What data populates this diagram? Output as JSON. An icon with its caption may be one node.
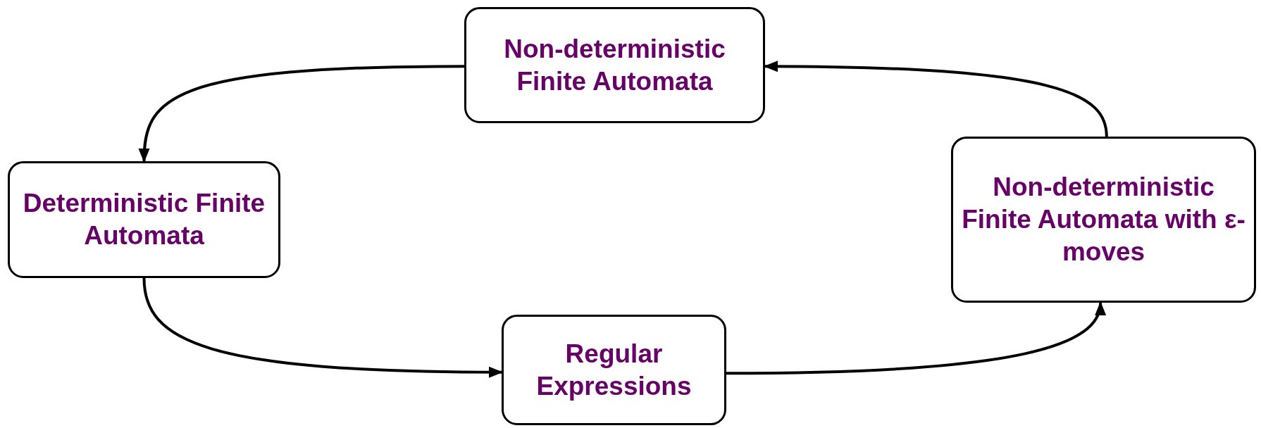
{
  "diagram": {
    "nodes": [
      {
        "text": [
          "Non-deterministic Finite Automata"
        ]
      },
      {
        "text": [
          "Deterministic Finite Automata"
        ]
      },
      {
        "text": [
          "Non-deterministic Finite Automata with ε-moves"
        ]
      },
      {
        "text": [
          "Regular Expressions"
        ]
      }
    ],
    "edges": [
      {
        "from": 0,
        "to": 1,
        "arrow": "to"
      },
      {
        "from": 1,
        "to": 3,
        "arrow": "to"
      },
      {
        "from": 3,
        "to": 2,
        "arrow": "to"
      },
      {
        "from": 2,
        "to": 0,
        "arrow": "to"
      }
    ]
  }
}
